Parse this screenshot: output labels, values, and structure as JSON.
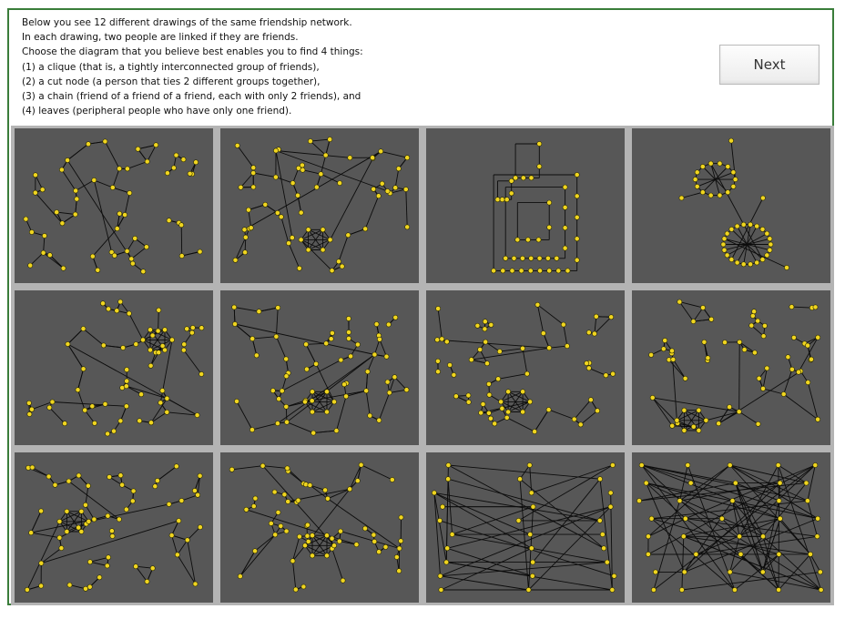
{
  "instructions": [
    "Below you see 12 different drawings of the same friendship network.",
    "In each drawing, two people are linked if they are friends.",
    "Choose the diagram that you believe best enables you to find 4 things:",
    "(1) a clique (that is, a tightly interconnected group of friends),",
    "(2) a cut node (a person that ties 2 different groups together),",
    "(3) a chain (friend of a friend of a friend, each with only 2 friends), and",
    "(4) leaves (peripheral people who have only one friend)."
  ],
  "next_button": {
    "label": "Next"
  },
  "colors": {
    "frame_border": "#3a7d3a",
    "panel_background": "#575757",
    "grid_gap": "#b4b4b4",
    "node_fill": "#f0d520",
    "edge": "#0c0c0c"
  },
  "diagrams": [
    {
      "id": 1,
      "layout": "organic-hairball",
      "icon": "network-graph"
    },
    {
      "id": 2,
      "layout": "organic-with-clique",
      "icon": "network-graph"
    },
    {
      "id": 3,
      "layout": "orthogonal-nested",
      "icon": "network-graph"
    },
    {
      "id": 4,
      "layout": "circular-clusters",
      "icon": "network-graph"
    },
    {
      "id": 5,
      "layout": "force-directed-a",
      "icon": "network-graph"
    },
    {
      "id": 6,
      "layout": "force-directed-b",
      "icon": "network-graph"
    },
    {
      "id": 7,
      "layout": "force-directed-c",
      "icon": "network-graph"
    },
    {
      "id": 8,
      "layout": "force-directed-d",
      "icon": "network-graph"
    },
    {
      "id": 9,
      "layout": "force-directed-e",
      "icon": "network-graph"
    },
    {
      "id": 10,
      "layout": "force-directed-f",
      "icon": "network-graph"
    },
    {
      "id": 11,
      "layout": "bipartite-crossing",
      "icon": "network-graph"
    },
    {
      "id": 12,
      "layout": "dense-crossing",
      "icon": "network-graph"
    }
  ]
}
